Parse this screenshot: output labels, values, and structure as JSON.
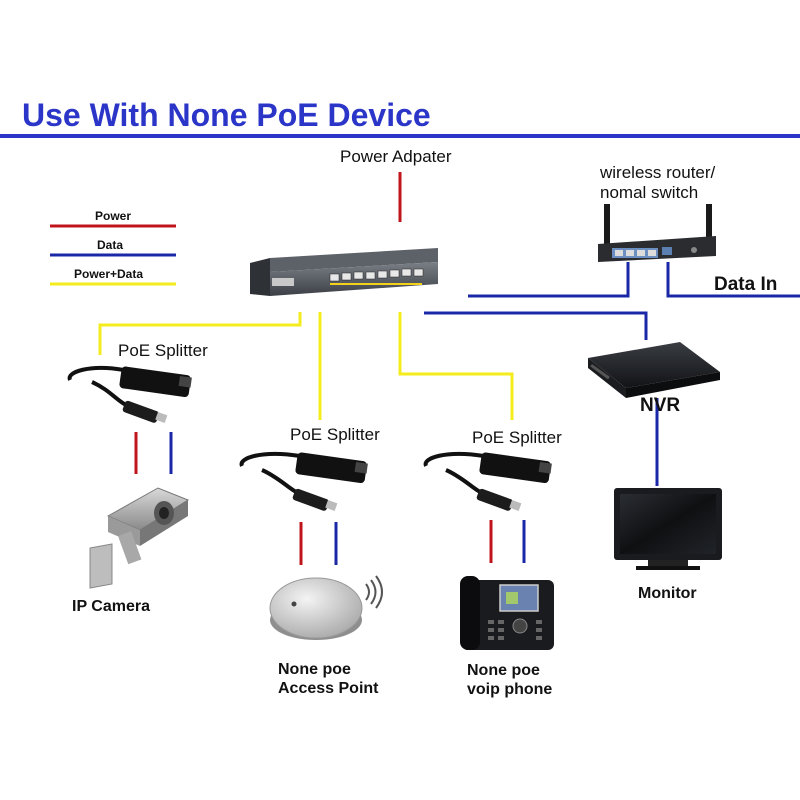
{
  "title": "Use With None PoE Device",
  "legend": {
    "power": "Power",
    "data": "Data",
    "power_data": "Power+Data"
  },
  "colors": {
    "title": "#2b35c8",
    "power": "#c0141c",
    "data": "#1a28a8",
    "power_data": "#f5ec1e"
  },
  "labels": {
    "power_adapter": "Power Adpater",
    "router_line1": "wireless router/",
    "router_line2": "nomal switch",
    "data_in": "Data In",
    "nvr": "NVR",
    "monitor": "Monitor",
    "splitter_1": "PoE Splitter",
    "splitter_2": "PoE Splitter",
    "splitter_3": "PoE Splitter",
    "ip_camera": "IP Camera",
    "ap_line1": "None poe",
    "ap_line2": "Access Point",
    "phone_line1": "None poe",
    "phone_line2": "voip phone"
  },
  "icons": [
    "poe-switch-icon",
    "router-icon",
    "nvr-icon",
    "monitor-icon",
    "poe-splitter-icon",
    "ip-camera-icon",
    "access-point-icon",
    "voip-phone-icon",
    "wifi-signal-icon"
  ]
}
